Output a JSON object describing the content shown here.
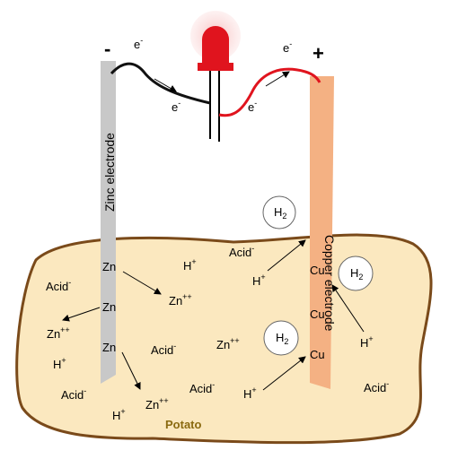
{
  "signs": {
    "negative": "-",
    "positive": "+"
  },
  "electron": {
    "base": "e",
    "sup": "-"
  },
  "electrodes": {
    "zinc_label": "Zinc electrode",
    "copper_label": "Copper electrode",
    "zinc_symbols": [
      "Zn",
      "Zn",
      "Zn"
    ],
    "copper_symbols": [
      "Cu",
      "Cu",
      "Cu"
    ]
  },
  "ions": {
    "acid": "Acid",
    "acid_sup": "-",
    "h": "H",
    "h_sup": "+",
    "zn": "Zn",
    "zn_sup": "++"
  },
  "bubble": {
    "base": "H",
    "sub": "2"
  },
  "potato_label": "Potato",
  "colors": {
    "potato_fill": "#fbe8bf",
    "potato_outline": "#7a4a1a",
    "zinc": "#c8c8c8",
    "copper": "#f4b183",
    "led": "#e0141e",
    "positive_wire": "#e0141e",
    "negative_wire": "#111111"
  }
}
